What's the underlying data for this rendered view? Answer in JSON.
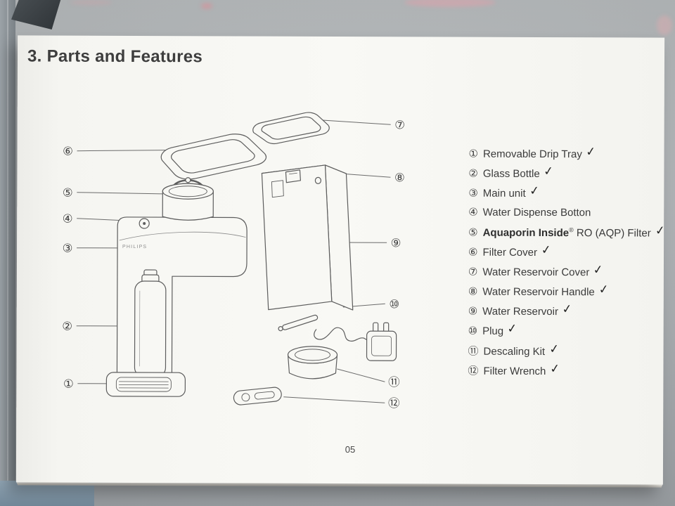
{
  "page": {
    "title": "3. Parts and Features",
    "page_number": "05"
  },
  "diagram": {
    "brand": "PHILIPS",
    "callouts": [
      "①",
      "②",
      "③",
      "④",
      "⑤",
      "⑥",
      "⑦",
      "⑧",
      "⑨",
      "⑩",
      "⑪",
      "⑫"
    ]
  },
  "marks": {
    "check": "✓"
  },
  "colors": {
    "ink": "#3a3a3a",
    "line": "#5d5d5d"
  },
  "parts_list": {
    "items": [
      {
        "num": "①",
        "label": "Removable Drip Tray",
        "checked": true
      },
      {
        "num": "②",
        "label": "Glass Bottle",
        "checked": true
      },
      {
        "num": "③",
        "label": "Main unit",
        "checked": true
      },
      {
        "num": "④",
        "label": "Water Dispense Botton",
        "checked": false
      },
      {
        "num": "⑤",
        "label_bold": "Aquaporin Inside",
        "label_sup": "®",
        "label_rest": " RO (AQP) Filter",
        "checked": true
      },
      {
        "num": "⑥",
        "label": "Filter Cover",
        "checked": true
      },
      {
        "num": "⑦",
        "label": "Water Reservoir Cover",
        "checked": true
      },
      {
        "num": "⑧",
        "label": "Water Reservoir Handle",
        "checked": true
      },
      {
        "num": "⑨",
        "label": "Water Reservoir",
        "checked": true
      },
      {
        "num": "⑩",
        "label": "Plug",
        "checked": true
      },
      {
        "num": "⑪",
        "label": "Descaling Kit",
        "checked": true
      },
      {
        "num": "⑫",
        "label": "Filter Wrench",
        "checked": true
      }
    ]
  }
}
